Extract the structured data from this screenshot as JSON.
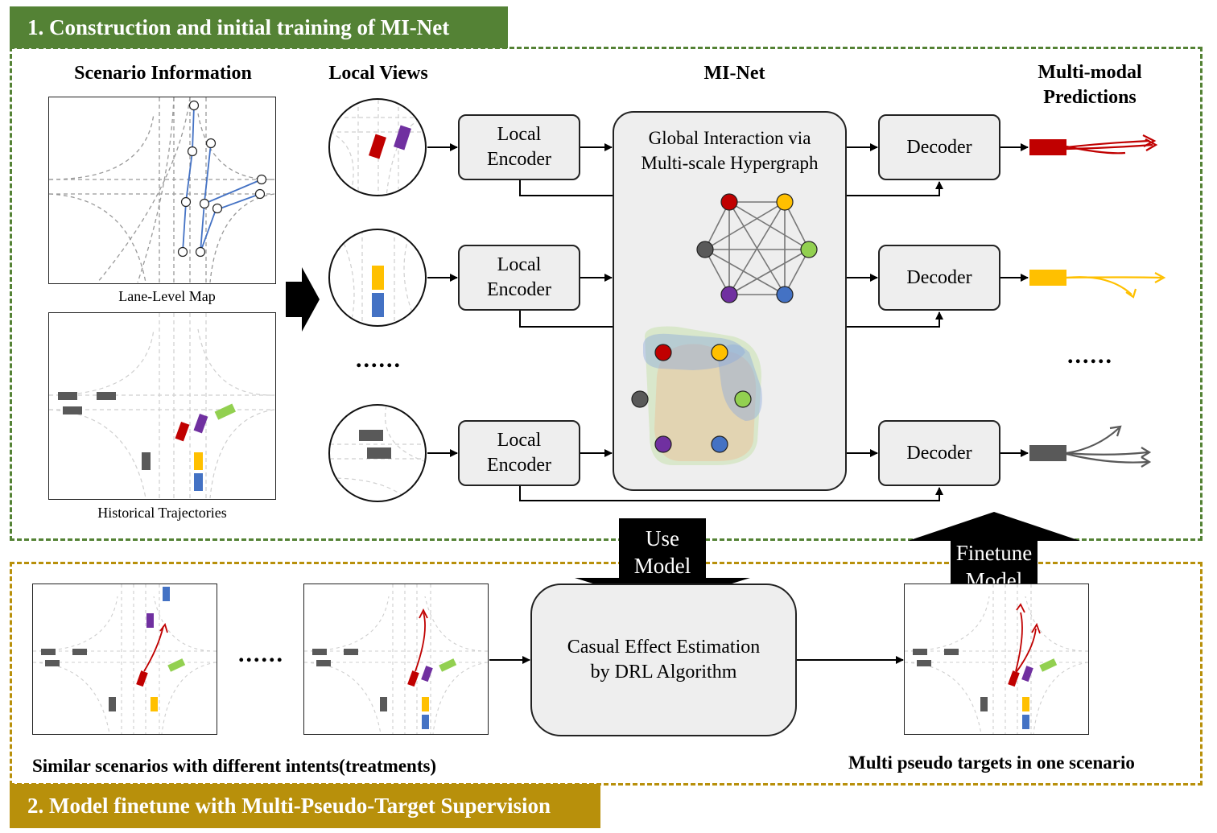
{
  "colors": {
    "green": "#548235",
    "gold": "#b8900b",
    "red": "#c00000",
    "purple": "#7030a0",
    "yellow": "#ffc000",
    "blue": "#4472c4",
    "lime": "#92d050",
    "gray": "#595959",
    "node_blue_line": "#4472c4"
  },
  "section1": {
    "banner": "1. Construction and initial training of MI-Net",
    "headers": {
      "scenario": "Scenario Information",
      "local_views": "Local Views",
      "minet": "MI-Net",
      "predictions": "Multi-modal\nPredictions"
    },
    "captions": {
      "map": "Lane-Level Map",
      "traj": "Historical Trajectories"
    },
    "encoder_label": "Local\nEncoder",
    "decoder_label": "Decoder",
    "global_label": "Global Interaction via\nMulti-scale Hypergraph",
    "ellipsis_views": "......",
    "ellipsis_preds": "......"
  },
  "arrows": {
    "use_model": "Use\nModel",
    "finetune_model": "Finetune\nModel"
  },
  "section2": {
    "banner": "2. Model finetune with Multi-Pseudo-Target Supervision",
    "dde_label": "Casual Effect Estimation\nby DRL Algorithm",
    "ellipsis": "......",
    "caption_left": "Similar scenarios with different intents(treatments)",
    "caption_right": "Multi pseudo targets in one scenario"
  }
}
